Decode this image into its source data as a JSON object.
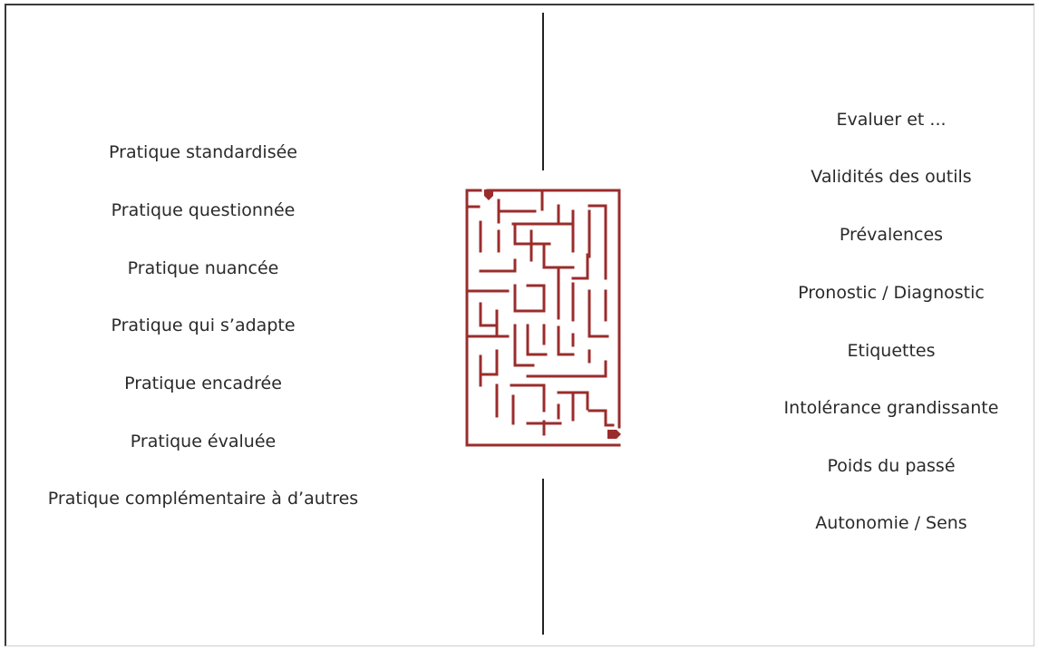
{
  "left_items": [
    "Pratique standardisée",
    "Pratique questionnée",
    "Pratique nuancée",
    "Pratique qui s’adapte",
    "Pratique encadrée",
    "Pratique évaluée",
    "Pratique complémentaire à d’autres"
  ],
  "right_items": [
    "Evaluer et ...",
    "Validités des outils",
    "Prévalences",
    "Pronostic / Diagnostic",
    "Etiquettes",
    "Intolérance grandissante",
    "Poids du passé",
    "Autonomie / Sens"
  ],
  "maze": {
    "color": "#9b2c2c",
    "icon": "maze-icon"
  }
}
